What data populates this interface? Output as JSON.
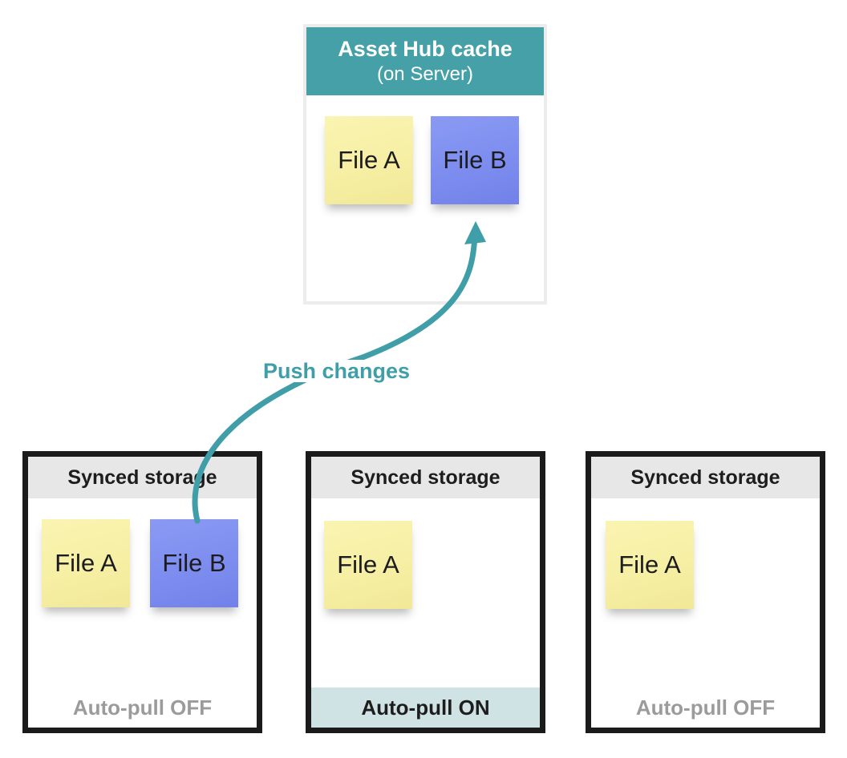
{
  "colors": {
    "header_teal": "#45a0a8",
    "arrow_teal": "#3f9ea7",
    "note_yellow": "#f6efa4",
    "note_blue": "#7d8def",
    "storage_header_gray": "#e7e7e7",
    "auto_pull_on_band": "#cfe3e5",
    "auto_pull_off_text": "#9b9b9b",
    "storage_border": "#1b1b1b",
    "cache_border": "#ececec"
  },
  "cache": {
    "title": "Asset Hub cache",
    "subtitle": "(on Server)",
    "files": [
      {
        "label": "File A",
        "type": "yellow"
      },
      {
        "label": "File B",
        "type": "blue"
      }
    ]
  },
  "arrow": {
    "label": "Push changes"
  },
  "storage_boxes": [
    {
      "title": "Synced storage",
      "auto_pull": "OFF",
      "footer": "Auto-pull OFF",
      "files": [
        {
          "label": "File A",
          "type": "yellow"
        },
        {
          "label": "File B",
          "type": "blue"
        }
      ]
    },
    {
      "title": "Synced storage",
      "auto_pull": "ON",
      "footer": "Auto-pull ON",
      "files": [
        {
          "label": "File A",
          "type": "yellow"
        }
      ]
    },
    {
      "title": "Synced storage",
      "auto_pull": "OFF",
      "footer": "Auto-pull OFF",
      "files": [
        {
          "label": "File A",
          "type": "yellow"
        }
      ]
    }
  ]
}
